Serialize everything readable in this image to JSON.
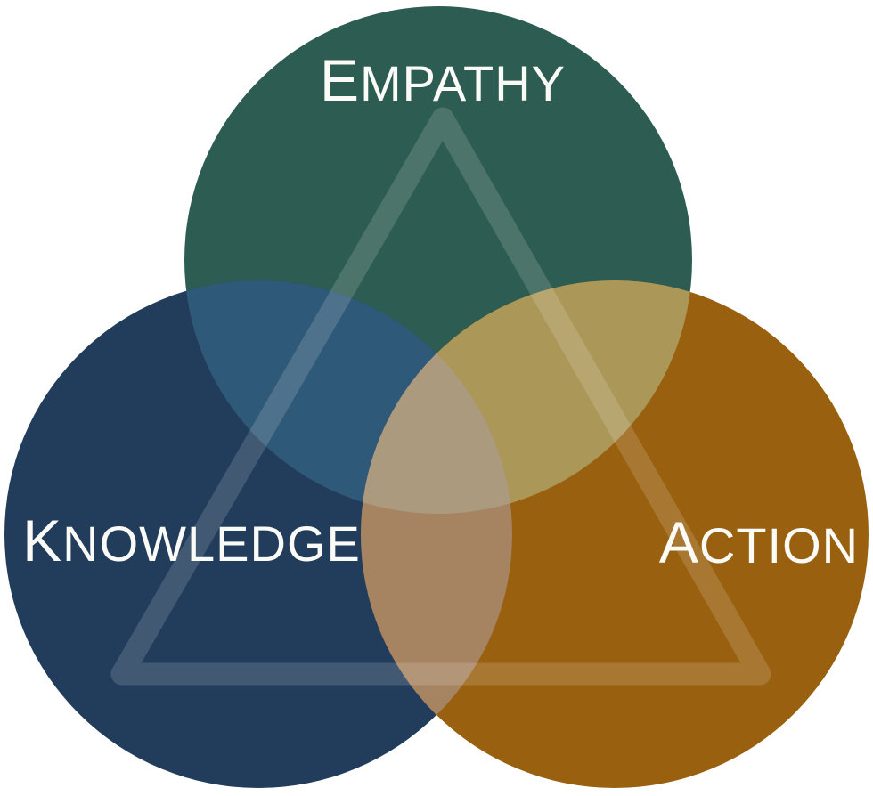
{
  "diagram": {
    "type": "venn-triangle",
    "background": "#ffffff",
    "labels": {
      "empathy": "Empathy",
      "knowledge": "Knowledge",
      "action": "Action"
    },
    "colors": {
      "empathy_circle": "#2d5c52",
      "knowledge_circle": "#223d5c",
      "action_circle": "#99610f",
      "empathy_knowledge_overlap": "#2f5978",
      "empathy_action_overlap": "#ab9758",
      "knowledge_action_overlap": "#a68361",
      "center_overlap": "#ac9a7f",
      "triangle_outline": "rgba(255,255,255,0.15)",
      "label_text": "#fafaf7"
    }
  }
}
